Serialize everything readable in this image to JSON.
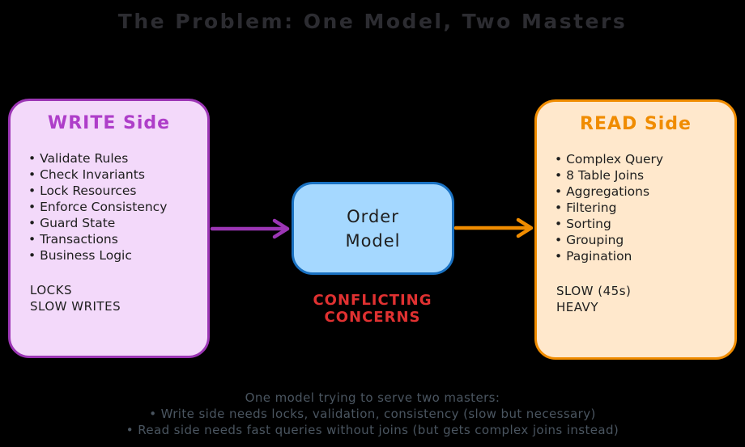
{
  "title": "The Problem: One Model, Two Masters",
  "write_box": {
    "title": "WRITE Side",
    "items": [
      "Validate Rules",
      "Check Invariants",
      "Lock Resources",
      "Enforce Consistency",
      "Guard State",
      "Transactions",
      "Business Logic"
    ],
    "footer_lines": [
      "LOCKS",
      "SLOW WRITES"
    ],
    "colors": {
      "fill": "#f3d9fa",
      "border": "#9c36b5",
      "title": "#ae3ec9"
    }
  },
  "center_box": {
    "lines": [
      "Order",
      "Model"
    ],
    "colors": {
      "fill": "#a5d8ff",
      "border": "#1971c2"
    }
  },
  "conflict_label": "CONFLICTING CONCERNS",
  "conflict_color": "#e03131",
  "read_box": {
    "title": "READ Side",
    "items": [
      "Complex Query",
      "8 Table Joins",
      "Aggregations",
      "Filtering",
      "Sorting",
      "Grouping",
      "Pagination"
    ],
    "footer_lines": [
      "SLOW (45s)",
      "HEAVY"
    ],
    "colors": {
      "fill": "#ffe8cc",
      "border": "#f08c00",
      "title": "#f08c00"
    }
  },
  "arrows": {
    "write_to_model_color": "#9c36b5",
    "model_to_read_color": "#f08c00"
  },
  "caption": {
    "lines": [
      "One model trying to serve two masters:",
      "• Write side needs locks, validation, consistency (slow but necessary)",
      "• Read side needs fast queries without joins (but gets complex joins instead)"
    ]
  }
}
